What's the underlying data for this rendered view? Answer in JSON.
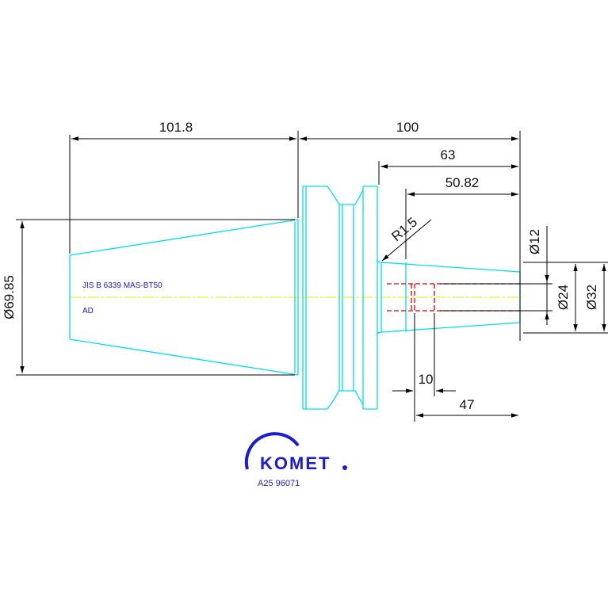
{
  "dimensions": {
    "d_101_8": "101.8",
    "d_100": "100",
    "d_63": "63",
    "d_50_82": "50.82",
    "radius": "R1.5",
    "dia_69_85": "Ø69.85",
    "dia_12": "Ø12",
    "dia_24": "Ø24",
    "dia_32": "Ø32",
    "d_10": "10",
    "d_47": "47"
  },
  "notes": {
    "standard": "JIS B 6339 MAS-BT50",
    "form": "AD"
  },
  "brand": {
    "logo_text": "KOMET",
    "part_number": "A25 96071",
    "color": "#1a1adb"
  },
  "colors": {
    "outline": "#00e0e8",
    "centerline": "#e8e800",
    "hidden": "#e00000",
    "dimension": "#000000"
  }
}
